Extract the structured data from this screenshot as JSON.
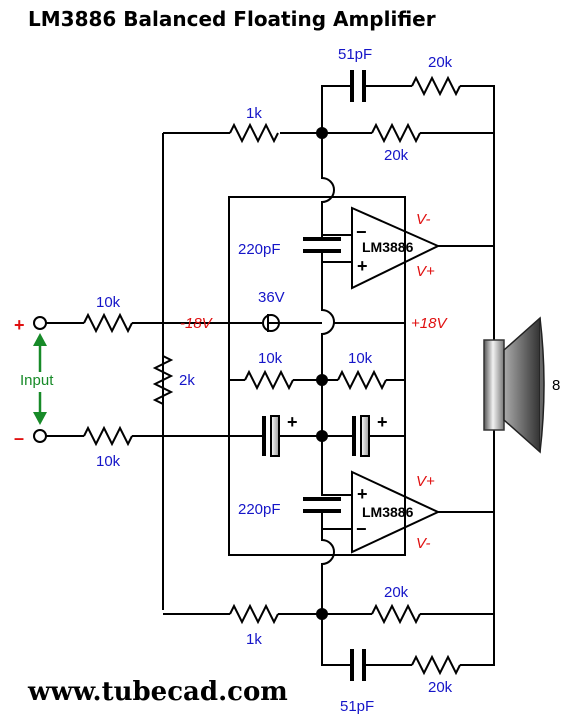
{
  "title": "LM3886 Balanced Floating Amplifier",
  "footer": "www.tubecad.com",
  "labels": {
    "c_top": "51pF",
    "r_top_fb": "20k",
    "r_top_in": "1k",
    "r_top_mid": "20k",
    "c_comp_top": "220pF",
    "opamp_top": "LM3886",
    "opamp_top_minus": "−",
    "opamp_top_plus": "+",
    "vminus_top": "V-",
    "vplus_top": "V+",
    "neg_rail": "-18V",
    "zener": "36V",
    "pos_rail": "+18V",
    "r_in_top": "10k",
    "r_in_bot": "10k",
    "r_input": "2k",
    "input_plus": "+",
    "input_minus": "–",
    "input": "Input",
    "r_div_left": "10k",
    "r_div_right": "10k",
    "cap_plus_left": "+",
    "cap_plus_right": "+",
    "c_comp_bot": "220pF",
    "opamp_bot": "LM3886",
    "opamp_bot_plus": "+",
    "opamp_bot_minus": "−",
    "vplus_bot": "V+",
    "vminus_bot": "V-",
    "r_bot_mid": "20k",
    "r_bot_in": "1k",
    "c_bot": "51pF",
    "r_bot_fb": "20k",
    "speaker": "8"
  }
}
